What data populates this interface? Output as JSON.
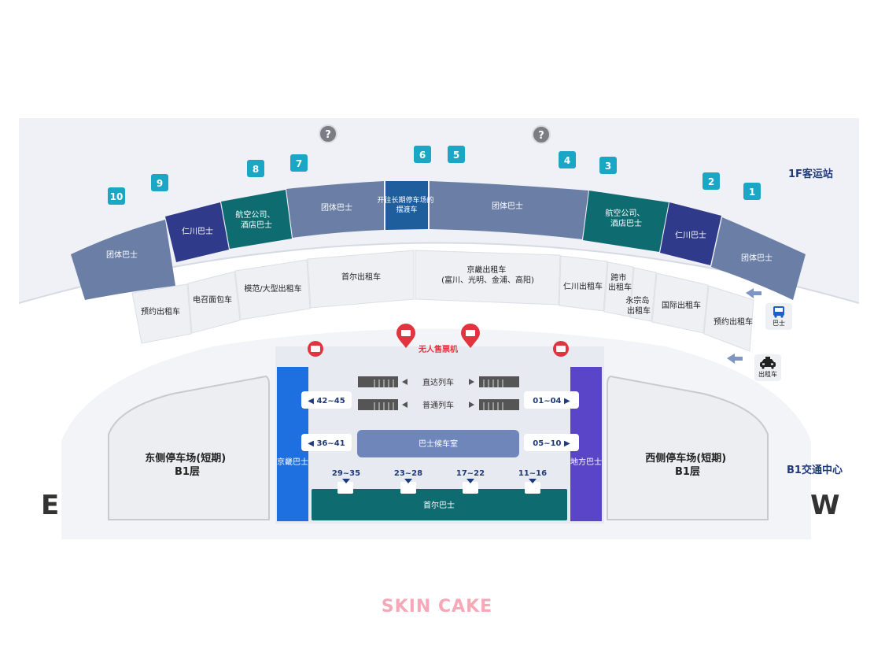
{
  "colors": {
    "bg_band": "#eff1f6",
    "group_bus": "#6b7fa6",
    "incheon_bus": "#303a8a",
    "airline_hotel": "#0e6b70",
    "longterm": "#1f5e9c",
    "taxi_row": "#eef0f4",
    "gate_badge": "#1aa6c4",
    "incheon_blue": "#1e6fe0",
    "local_purple": "#5a45c8",
    "seoul_bus": "#0e6b70",
    "waiting": "#6f86bb",
    "red": "#e2343f",
    "parking": "#f0f1f3",
    "label_blue": "#1f3a7a"
  },
  "floor_labels": {
    "f1": "1F客运站",
    "b1": "B1交通中心"
  },
  "directions": {
    "east": "E",
    "west": "W"
  },
  "gates": [
    "10",
    "9",
    "8",
    "7",
    "6",
    "5",
    "4",
    "3",
    "2",
    "1"
  ],
  "info_icon": "?",
  "upper_zones": [
    "团体巴士",
    "仁川巴士",
    "航空公司、\n酒店巴士",
    "团体巴士",
    "开往长期停车场的\n摆渡车",
    "团体巴士",
    "航空公司、\n酒店巴士",
    "仁川巴士",
    "团体巴士"
  ],
  "lower_zones": [
    "预约出租车",
    "电召面包车",
    "模范/大型出租车",
    "首尔出租车",
    "京畿出租车\n(富川、光明、金浦、高阳)",
    "仁川出租车",
    "跨市\n出租车",
    "永宗岛\n出租车",
    "国际出租车",
    "预约出租车"
  ],
  "legend": {
    "bus": "巴士",
    "taxi": "出租车",
    "bus_icon": "bus-icon",
    "taxi_icon": "taxi-icon"
  },
  "ticket_machine": "无人售票机",
  "b1": {
    "parking_east": "东侧停车场(短期)\nB1层",
    "parking_west": "西侧停车场(短期)\nB1层",
    "gyeonggi_bus": "京畿巴士",
    "local_bus": "地方巴士",
    "waiting_room": "巴士候车室",
    "express_train": "直达列车",
    "normal_train": "普通列车",
    "seoul_bus": "首尔巴士",
    "left_arrows": [
      "◀ 42~45",
      "◀ 36~41"
    ],
    "right_arrows": [
      "01~04 ▶",
      "05~10 ▶"
    ],
    "bus_bays": [
      "29~35",
      "23~28",
      "17~22",
      "11~16"
    ]
  },
  "watermark": "SKIN CAKE"
}
